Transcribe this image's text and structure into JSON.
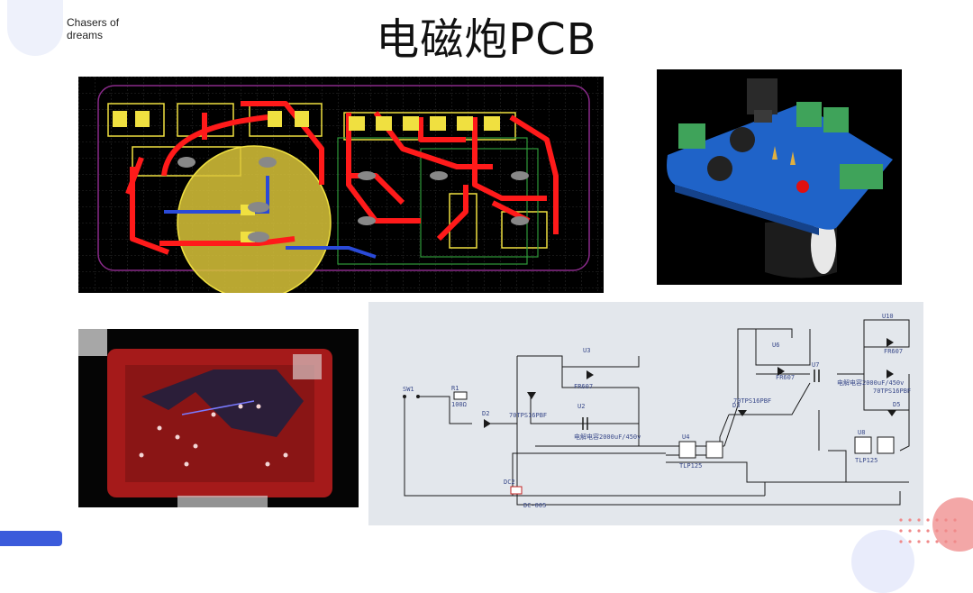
{
  "brand": {
    "text_line1": "Chasers of",
    "text_line2": "dreams"
  },
  "slide": {
    "title": "电磁炮PCB"
  },
  "schematic": {
    "labels": {
      "sw1": "SW1",
      "r1": "R1",
      "r1_val": "100Ω",
      "d2": "D2",
      "u3": "U3",
      "u3_part": "FR607",
      "u2": "U2",
      "u2_part": "电解电容2000uF/450v",
      "v1_part": "70TPS16PBF",
      "u4": "U4",
      "u4_part": "TLP125",
      "dc2": "DC2",
      "dc2_part": "DC-005",
      "u6": "U6",
      "u6_part": "FR607",
      "u7": "U7",
      "d3": "D3",
      "v2_part": "70TPS16PBF",
      "u10": "U10",
      "u10_part": "FR607",
      "u9_part": "电解电容2000uF/450v",
      "v3_part": "70TPS16PBF",
      "d5": "D5",
      "u8": "U8",
      "u8_part": "TLP125"
    }
  },
  "colors": {
    "accent_blue": "#3b5bdb",
    "pcb_trace": "#ff1a1a",
    "pcb_silk": "#f0e040",
    "board_blue": "#1f63c8",
    "connector_green": "#3fa35a"
  }
}
